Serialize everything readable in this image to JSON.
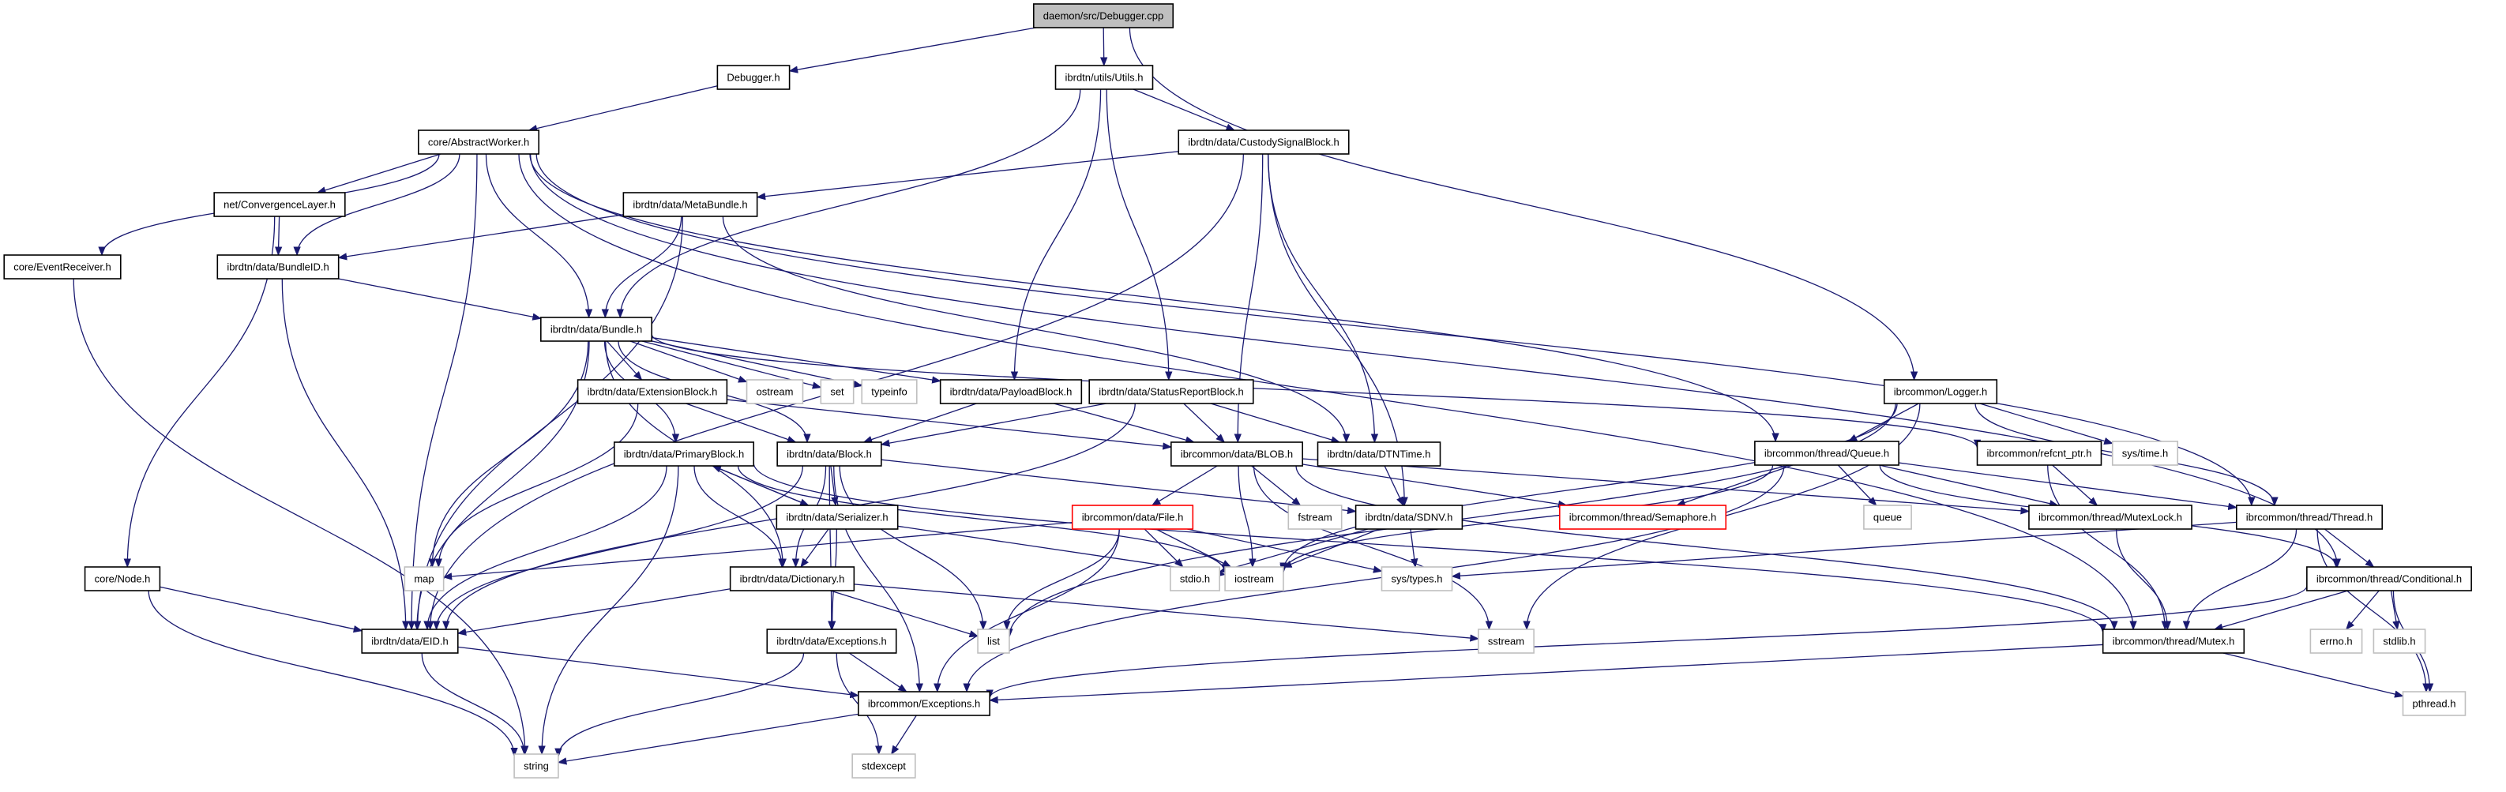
{
  "title": "daemon/src/Debugger.cpp include dependency graph",
  "colors": {
    "edge": "#191970",
    "root_fill": "#bfbfbf",
    "normal_border": "#000000",
    "system_border": "#bfbfbf",
    "missing_border": "#ff0000"
  },
  "nodes": [
    {
      "id": "root",
      "label": "daemon/src/Debugger.cpp",
      "kind": "root"
    },
    {
      "id": "debugger",
      "label": "Debugger.h",
      "kind": "normal"
    },
    {
      "id": "utils",
      "label": "ibrdtn/utils/Utils.h",
      "kind": "normal"
    },
    {
      "id": "abstractworker",
      "label": "core/AbstractWorker.h",
      "kind": "normal"
    },
    {
      "id": "custody",
      "label": "ibrdtn/data/CustodySignalBlock.h",
      "kind": "normal"
    },
    {
      "id": "convergence",
      "label": "net/ConvergenceLayer.h",
      "kind": "normal"
    },
    {
      "id": "metabundle",
      "label": "ibrdtn/data/MetaBundle.h",
      "kind": "normal"
    },
    {
      "id": "eventreceiver",
      "label": "core/EventReceiver.h",
      "kind": "normal"
    },
    {
      "id": "bundleid",
      "label": "ibrdtn/data/BundleID.h",
      "kind": "normal"
    },
    {
      "id": "bundle",
      "label": "ibrdtn/data/Bundle.h",
      "kind": "normal"
    },
    {
      "id": "extension",
      "label": "ibrdtn/data/ExtensionBlock.h",
      "kind": "normal"
    },
    {
      "id": "ostream",
      "label": "ostream",
      "kind": "system"
    },
    {
      "id": "set",
      "label": "set",
      "kind": "system"
    },
    {
      "id": "typeinfo",
      "label": "typeinfo",
      "kind": "system"
    },
    {
      "id": "payload",
      "label": "ibrdtn/data/PayloadBlock.h",
      "kind": "normal"
    },
    {
      "id": "statusreport",
      "label": "ibrdtn/data/StatusReportBlock.h",
      "kind": "normal"
    },
    {
      "id": "logger",
      "label": "ibrcommon/Logger.h",
      "kind": "normal"
    },
    {
      "id": "systime",
      "label": "sys/time.h",
      "kind": "system"
    },
    {
      "id": "primary",
      "label": "ibrdtn/data/PrimaryBlock.h",
      "kind": "normal"
    },
    {
      "id": "block",
      "label": "ibrdtn/data/Block.h",
      "kind": "normal"
    },
    {
      "id": "blob",
      "label": "ibrcommon/data/BLOB.h",
      "kind": "normal"
    },
    {
      "id": "dtntime",
      "label": "ibrdtn/data/DTNTime.h",
      "kind": "normal"
    },
    {
      "id": "queue",
      "label": "ibrcommon/thread/Queue.h",
      "kind": "normal"
    },
    {
      "id": "refcnt",
      "label": "ibrcommon/refcnt_ptr.h",
      "kind": "normal"
    },
    {
      "id": "serializer",
      "label": "ibrdtn/data/Serializer.h",
      "kind": "normal"
    },
    {
      "id": "file",
      "label": "ibrcommon/data/File.h",
      "kind": "missing"
    },
    {
      "id": "fstream",
      "label": "fstream",
      "kind": "system"
    },
    {
      "id": "sdnv",
      "label": "ibrdtn/data/SDNV.h",
      "kind": "normal"
    },
    {
      "id": "semaphore",
      "label": "ibrcommon/thread/Semaphore.h",
      "kind": "missing"
    },
    {
      "id": "queuestd",
      "label": "queue",
      "kind": "system"
    },
    {
      "id": "mutexlock",
      "label": "ibrcommon/thread/MutexLock.h",
      "kind": "normal"
    },
    {
      "id": "thread",
      "label": "ibrcommon/thread/Thread.h",
      "kind": "normal"
    },
    {
      "id": "map",
      "label": "map",
      "kind": "system"
    },
    {
      "id": "node",
      "label": "core/Node.h",
      "kind": "normal"
    },
    {
      "id": "dictionary",
      "label": "ibrdtn/data/Dictionary.h",
      "kind": "normal"
    },
    {
      "id": "stdio",
      "label": "stdio.h",
      "kind": "system"
    },
    {
      "id": "iostream",
      "label": "iostream",
      "kind": "system"
    },
    {
      "id": "systypes",
      "label": "sys/types.h",
      "kind": "system"
    },
    {
      "id": "conditional",
      "label": "ibrcommon/thread/Conditional.h",
      "kind": "normal"
    },
    {
      "id": "eid",
      "label": "ibrdtn/data/EID.h",
      "kind": "normal"
    },
    {
      "id": "exceptions_dtn",
      "label": "ibrdtn/data/Exceptions.h",
      "kind": "normal"
    },
    {
      "id": "list",
      "label": "list",
      "kind": "system"
    },
    {
      "id": "sstream",
      "label": "sstream",
      "kind": "system"
    },
    {
      "id": "mutex",
      "label": "ibrcommon/thread/Mutex.h",
      "kind": "normal"
    },
    {
      "id": "errno",
      "label": "errno.h",
      "kind": "system"
    },
    {
      "id": "stdlib",
      "label": "stdlib.h",
      "kind": "system"
    },
    {
      "id": "exceptions",
      "label": "ibrcommon/Exceptions.h",
      "kind": "normal"
    },
    {
      "id": "pthread",
      "label": "pthread.h",
      "kind": "system"
    },
    {
      "id": "string",
      "label": "string",
      "kind": "system"
    },
    {
      "id": "stdexcept",
      "label": "stdexcept",
      "kind": "system"
    }
  ],
  "edges": [
    [
      "root",
      "debugger"
    ],
    [
      "root",
      "utils"
    ],
    [
      "root",
      "logger"
    ],
    [
      "debugger",
      "abstractworker"
    ],
    [
      "utils",
      "bundle"
    ],
    [
      "utils",
      "custody"
    ],
    [
      "utils",
      "payload"
    ],
    [
      "utils",
      "statusreport"
    ],
    [
      "abstractworker",
      "eventreceiver"
    ],
    [
      "abstractworker",
      "convergence"
    ],
    [
      "abstractworker",
      "bundleid"
    ],
    [
      "abstractworker",
      "bundle"
    ],
    [
      "abstractworker",
      "eid"
    ],
    [
      "abstractworker",
      "queue"
    ],
    [
      "abstractworker",
      "thread"
    ],
    [
      "abstractworker",
      "conditional"
    ],
    [
      "abstractworker",
      "mutex"
    ],
    [
      "custody",
      "metabundle"
    ],
    [
      "custody",
      "eid"
    ],
    [
      "custody",
      "blob"
    ],
    [
      "custody",
      "dtntime"
    ],
    [
      "custody",
      "sdnv"
    ],
    [
      "convergence",
      "bundleid"
    ],
    [
      "convergence",
      "node"
    ],
    [
      "metabundle",
      "bundleid"
    ],
    [
      "metabundle",
      "bundle"
    ],
    [
      "metabundle",
      "eid"
    ],
    [
      "metabundle",
      "dtntime"
    ],
    [
      "eventreceiver",
      "string"
    ],
    [
      "bundleid",
      "bundle"
    ],
    [
      "bundleid",
      "eid"
    ],
    [
      "bundle",
      "extension"
    ],
    [
      "bundle",
      "ostream"
    ],
    [
      "bundle",
      "set"
    ],
    [
      "bundle",
      "typeinfo"
    ],
    [
      "bundle",
      "payload"
    ],
    [
      "bundle",
      "primary"
    ],
    [
      "bundle",
      "block"
    ],
    [
      "bundle",
      "refcnt"
    ],
    [
      "bundle",
      "map"
    ],
    [
      "bundle",
      "eid"
    ],
    [
      "bundle",
      "dictionary"
    ],
    [
      "extension",
      "block"
    ],
    [
      "extension",
      "blob"
    ],
    [
      "extension",
      "map"
    ],
    [
      "payload",
      "block"
    ],
    [
      "payload",
      "blob"
    ],
    [
      "statusreport",
      "block"
    ],
    [
      "statusreport",
      "blob"
    ],
    [
      "statusreport",
      "dtntime"
    ],
    [
      "statusreport",
      "eid"
    ],
    [
      "logger",
      "queue"
    ],
    [
      "logger",
      "systime"
    ],
    [
      "logger",
      "thread"
    ],
    [
      "logger",
      "list"
    ],
    [
      "logger",
      "iostream"
    ],
    [
      "logger",
      "sstream"
    ],
    [
      "primary",
      "eid"
    ],
    [
      "primary",
      "dictionary"
    ],
    [
      "primary",
      "serializer"
    ],
    [
      "primary",
      "string"
    ],
    [
      "primary",
      "iostream"
    ],
    [
      "primary",
      "mutex"
    ],
    [
      "block",
      "eid"
    ],
    [
      "block",
      "serializer"
    ],
    [
      "block",
      "dictionary"
    ],
    [
      "block",
      "list"
    ],
    [
      "block",
      "exceptions_dtn"
    ],
    [
      "block",
      "exceptions"
    ],
    [
      "block",
      "sdnv"
    ],
    [
      "blob",
      "file"
    ],
    [
      "blob",
      "fstream"
    ],
    [
      "blob",
      "iostream"
    ],
    [
      "blob",
      "semaphore"
    ],
    [
      "blob",
      "mutexlock"
    ],
    [
      "blob",
      "mutex"
    ],
    [
      "blob",
      "sstream"
    ],
    [
      "dtntime",
      "sdnv"
    ],
    [
      "queue",
      "semaphore"
    ],
    [
      "queue",
      "queuestd"
    ],
    [
      "queue",
      "mutexlock"
    ],
    [
      "queue",
      "thread"
    ],
    [
      "queue",
      "conditional"
    ],
    [
      "queue",
      "iostream"
    ],
    [
      "queue",
      "exceptions"
    ],
    [
      "refcnt",
      "mutexlock"
    ],
    [
      "refcnt",
      "mutex"
    ],
    [
      "serializer",
      "primary"
    ],
    [
      "serializer",
      "dictionary"
    ],
    [
      "serializer",
      "exceptions_dtn"
    ],
    [
      "serializer",
      "iostream"
    ],
    [
      "file",
      "map"
    ],
    [
      "file",
      "list"
    ],
    [
      "file",
      "stdio"
    ],
    [
      "file",
      "iostream"
    ],
    [
      "file",
      "systypes"
    ],
    [
      "file",
      "exceptions"
    ],
    [
      "sdnv",
      "stdio"
    ],
    [
      "sdnv",
      "iostream"
    ],
    [
      "sdnv",
      "systypes"
    ],
    [
      "mutexlock",
      "mutex"
    ],
    [
      "thread",
      "mutex"
    ],
    [
      "thread",
      "conditional"
    ],
    [
      "thread",
      "systypes"
    ],
    [
      "thread",
      "pthread"
    ],
    [
      "node",
      "eid"
    ],
    [
      "node",
      "string"
    ],
    [
      "dictionary",
      "eid"
    ],
    [
      "dictionary",
      "list"
    ],
    [
      "dictionary",
      "sstream"
    ],
    [
      "conditional",
      "mutex"
    ],
    [
      "conditional",
      "errno"
    ],
    [
      "conditional",
      "stdlib"
    ],
    [
      "conditional",
      "pthread"
    ],
    [
      "conditional",
      "exceptions"
    ],
    [
      "eid",
      "exceptions"
    ],
    [
      "eid",
      "string"
    ],
    [
      "exceptions_dtn",
      "exceptions"
    ],
    [
      "exceptions_dtn",
      "string"
    ],
    [
      "exceptions_dtn",
      "stdexcept"
    ],
    [
      "mutex",
      "exceptions"
    ],
    [
      "mutex",
      "pthread"
    ],
    [
      "exceptions",
      "string"
    ],
    [
      "exceptions",
      "stdexcept"
    ]
  ]
}
